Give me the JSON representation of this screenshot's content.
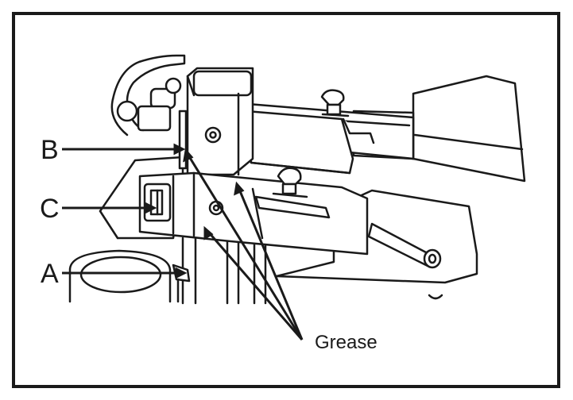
{
  "labels": {
    "a": "A",
    "b": "B",
    "c": "C",
    "grease": "Grease"
  },
  "colors": {
    "line": "#1a1a1a",
    "background": "#ffffff",
    "base_fill": "#ffffff"
  }
}
